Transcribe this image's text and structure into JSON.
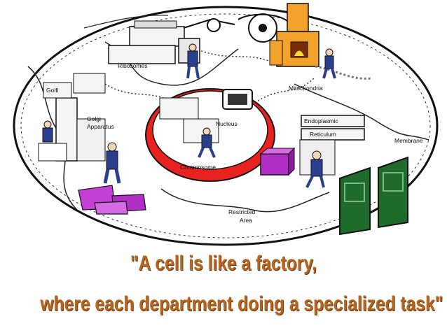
{
  "diagram": {
    "labels": {
      "ribosomes": "Ribosomes",
      "golgi_line1": "Golgi",
      "golgi_line2": "Apparatus",
      "mitochondria": "Mitochondria",
      "nucleus": "Nucleus",
      "chromosome": "Chromosome",
      "er_line1": "Endoplasmic",
      "er_line2": "Reticulum",
      "membrane": "Membrane",
      "restricted_line1": "Restricted",
      "restricted_line2": "Area",
      "box_sign": "Golfi"
    },
    "colors": {
      "nucleus_ring": "#e8231f",
      "furnace": "#f2a12b",
      "doors": "#1f6b2a",
      "purple_box": "#b12fc7",
      "magenta_sacks": "#c43fd6",
      "worker_uniform": "#2b3f8f",
      "caption": "#b5651d"
    }
  },
  "caption": {
    "line1": "\"A cell is like a factory,",
    "line2": "where each department doing a specialized task\""
  }
}
